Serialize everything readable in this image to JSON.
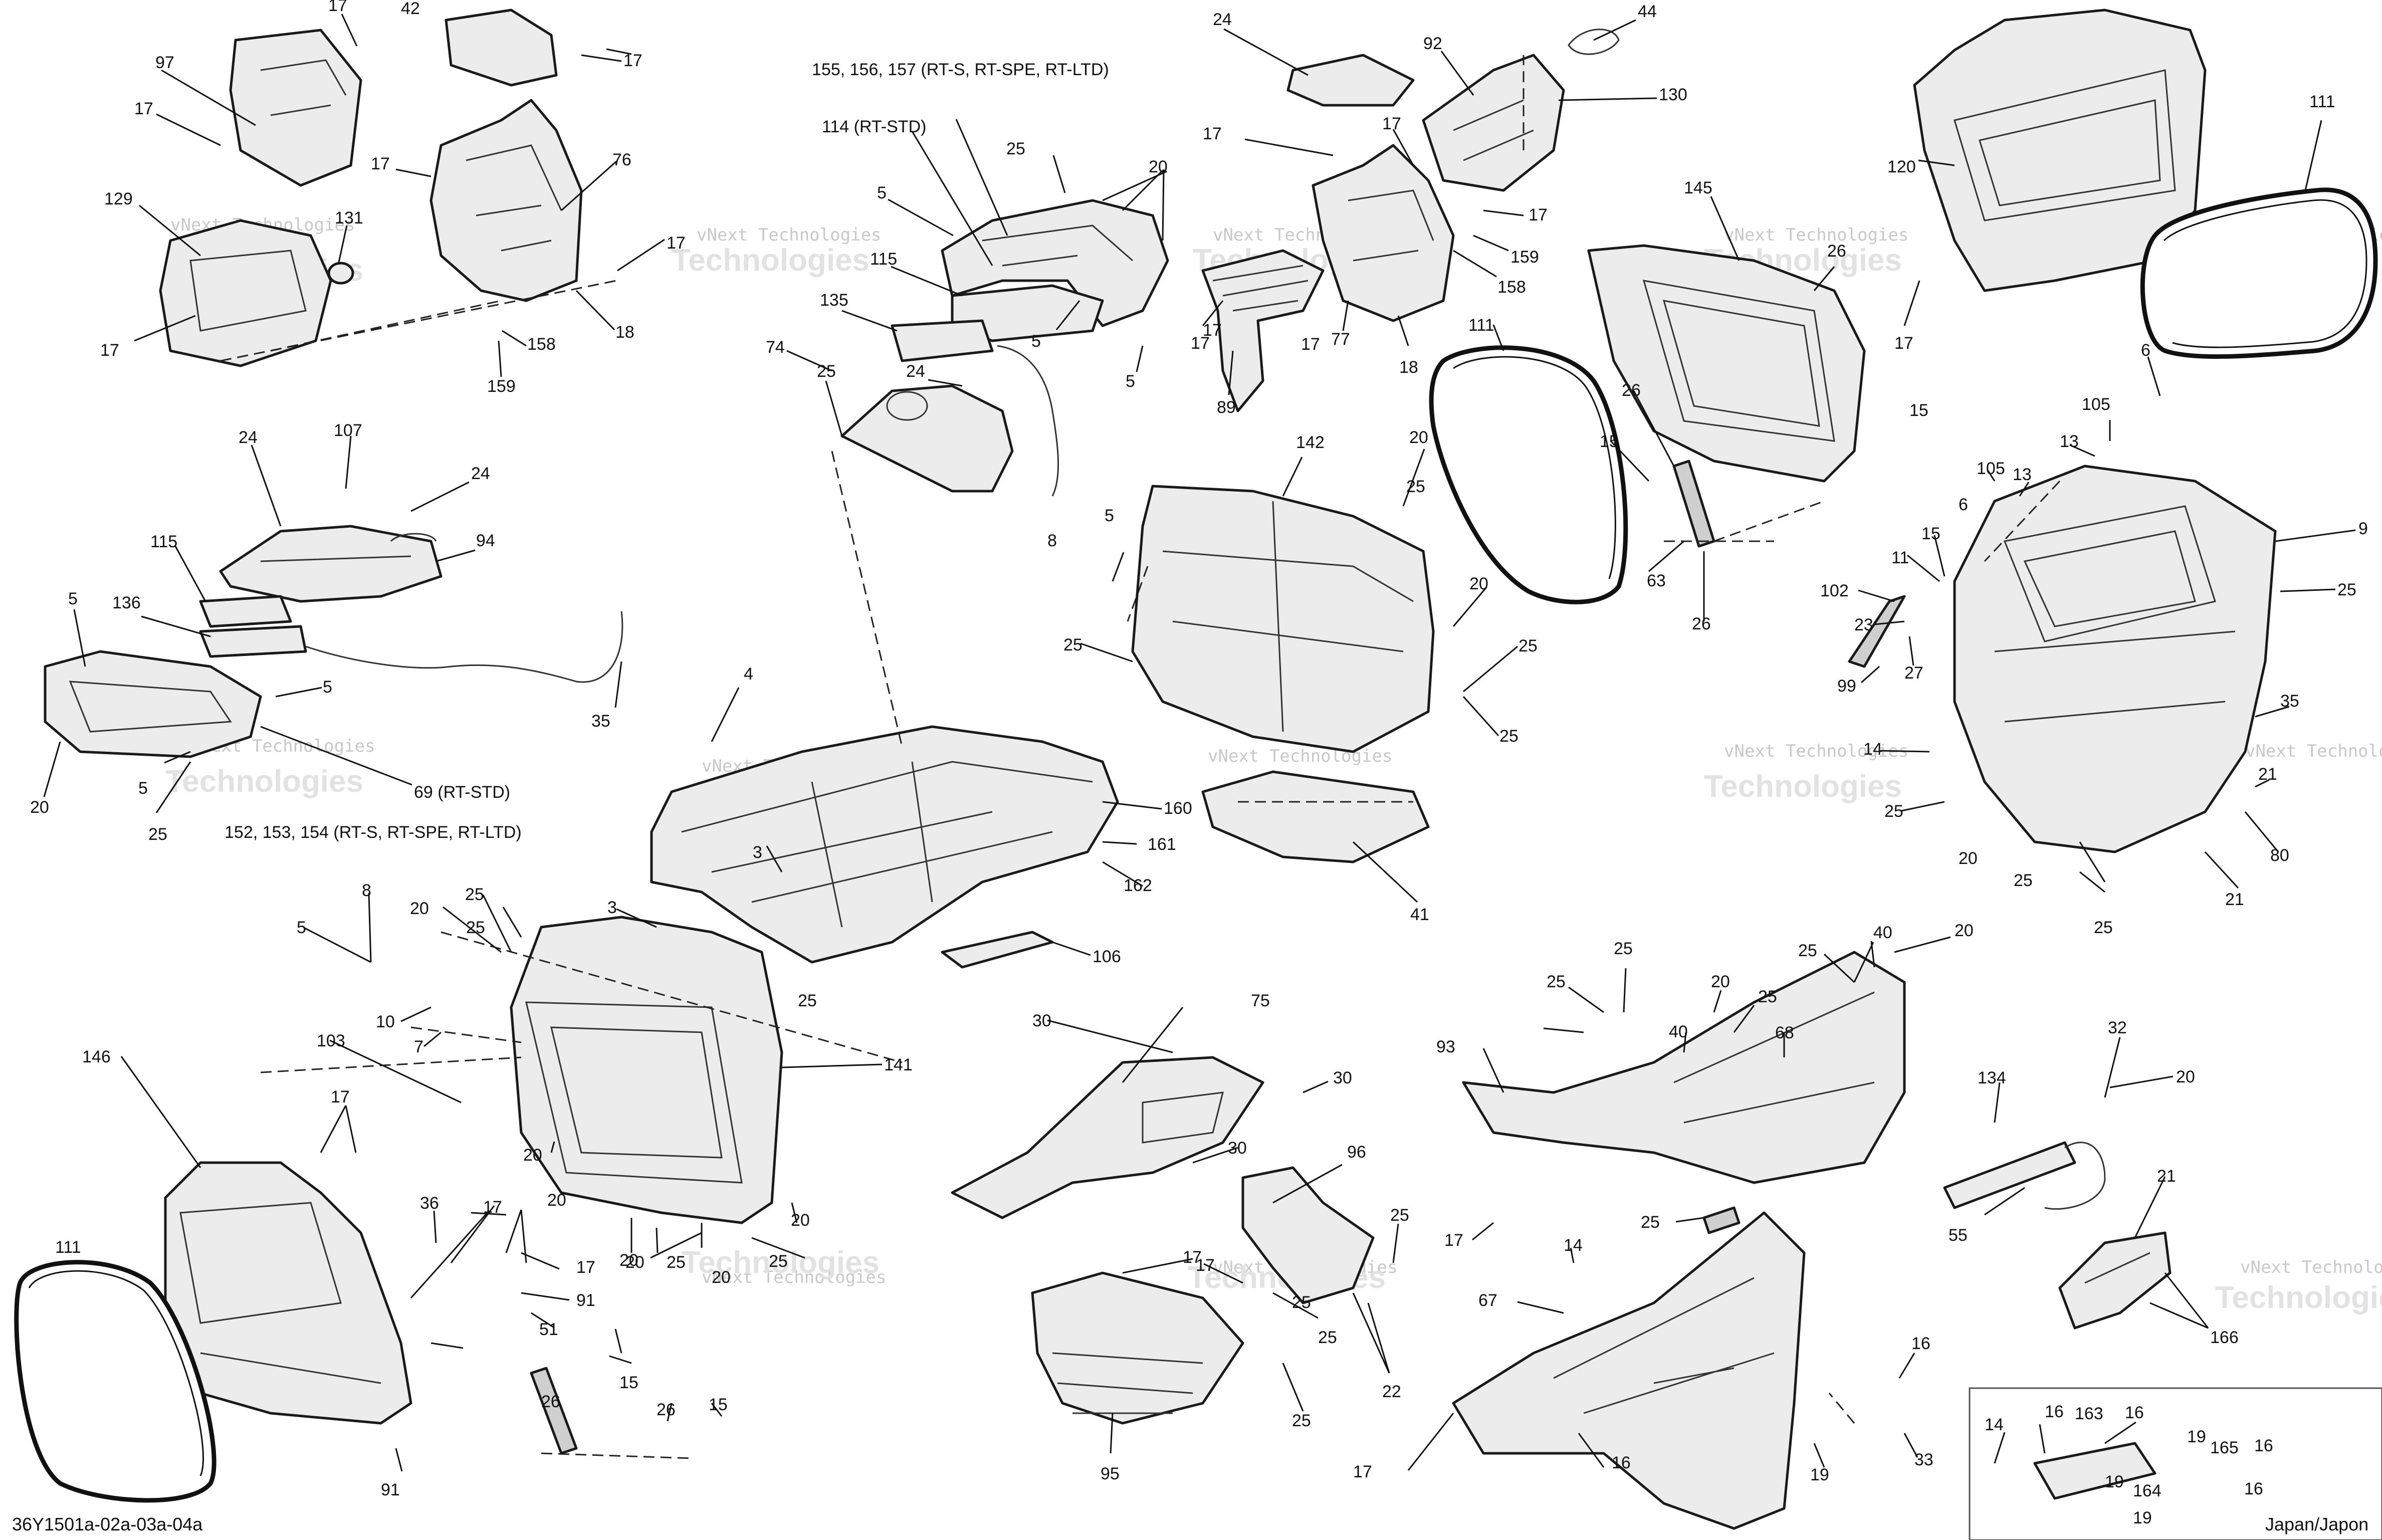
{
  "diagram_id": "36Y1501a-02a-03a-04a",
  "region": "Japan/Japon",
  "watermark": {
    "line1": "vNext Technologies",
    "line2": "Technologies"
  },
  "callouts": [
    {
      "id": "c1",
      "text": "17"
    },
    {
      "id": "c2",
      "text": "42"
    },
    {
      "id": "c3",
      "text": "17"
    },
    {
      "id": "c4",
      "text": "97"
    },
    {
      "id": "c5",
      "text": "17"
    },
    {
      "id": "c6",
      "text": "17"
    },
    {
      "id": "c7",
      "text": "76"
    },
    {
      "id": "c8",
      "text": "129"
    },
    {
      "id": "c9",
      "text": "131"
    },
    {
      "id": "c10",
      "text": "17"
    },
    {
      "id": "c11",
      "text": "18"
    },
    {
      "id": "c12",
      "text": "158"
    },
    {
      "id": "c13",
      "text": "159"
    },
    {
      "id": "c14",
      "text": "17"
    },
    {
      "id": "c15",
      "text": "155, 156, 157 (RT-S, RT-SPE, RT-LTD)"
    },
    {
      "id": "c16",
      "text": "114 (RT-STD)"
    },
    {
      "id": "c17",
      "text": "25"
    },
    {
      "id": "c18",
      "text": "20"
    },
    {
      "id": "c19",
      "text": "5"
    },
    {
      "id": "c20",
      "text": "115"
    },
    {
      "id": "c21",
      "text": "5"
    },
    {
      "id": "c22",
      "text": "135"
    },
    {
      "id": "c23",
      "text": "5"
    },
    {
      "id": "c24",
      "text": "25"
    },
    {
      "id": "c25",
      "text": "74"
    },
    {
      "id": "c26",
      "text": "24"
    },
    {
      "id": "c27",
      "text": "24"
    },
    {
      "id": "c28",
      "text": "44"
    },
    {
      "id": "c29",
      "text": "92"
    },
    {
      "id": "c30",
      "text": "130"
    },
    {
      "id": "c31",
      "text": "17"
    },
    {
      "id": "c32",
      "text": "17"
    },
    {
      "id": "c33",
      "text": "17"
    },
    {
      "id": "c34",
      "text": "17"
    },
    {
      "id": "c35",
      "text": "159"
    },
    {
      "id": "c36",
      "text": "158"
    },
    {
      "id": "c37",
      "text": "17"
    },
    {
      "id": "c38",
      "text": "77"
    },
    {
      "id": "c39",
      "text": "18"
    },
    {
      "id": "c40",
      "text": "17"
    },
    {
      "id": "c41",
      "text": "89"
    },
    {
      "id": "c42",
      "text": "120"
    },
    {
      "id": "c43",
      "text": "111"
    },
    {
      "id": "c44",
      "text": "17"
    },
    {
      "id": "c45",
      "text": "145"
    },
    {
      "id": "c46",
      "text": "26"
    },
    {
      "id": "c47",
      "text": "24"
    },
    {
      "id": "c48",
      "text": "107"
    },
    {
      "id": "c49",
      "text": "24"
    },
    {
      "id": "c50",
      "text": "94"
    },
    {
      "id": "c51",
      "text": "115"
    },
    {
      "id": "c52",
      "text": "5"
    },
    {
      "id": "c53",
      "text": "136"
    },
    {
      "id": "c54",
      "text": "5"
    },
    {
      "id": "c55",
      "text": "35"
    },
    {
      "id": "c56",
      "text": "20"
    },
    {
      "id": "c57",
      "text": "5"
    },
    {
      "id": "c58",
      "text": "69 (RT-STD)"
    },
    {
      "id": "c59",
      "text": "25"
    },
    {
      "id": "c60",
      "text": "152, 153, 154 (RT-S, RT-SPE, RT-LTD)"
    },
    {
      "id": "c61",
      "text": "111"
    },
    {
      "id": "c62",
      "text": "142"
    },
    {
      "id": "c63",
      "text": "20"
    },
    {
      "id": "c64",
      "text": "25"
    },
    {
      "id": "c65",
      "text": "5"
    },
    {
      "id": "c66",
      "text": "8"
    },
    {
      "id": "c67",
      "text": "25"
    },
    {
      "id": "c68",
      "text": "20"
    },
    {
      "id": "c69",
      "text": "25"
    },
    {
      "id": "c70",
      "text": "25"
    },
    {
      "id": "c71",
      "text": "41"
    },
    {
      "id": "c72",
      "text": "26"
    },
    {
      "id": "c73",
      "text": "15"
    },
    {
      "id": "c74",
      "text": "63"
    },
    {
      "id": "c75",
      "text": "26"
    },
    {
      "id": "c76",
      "text": "15"
    },
    {
      "id": "c77",
      "text": "105"
    },
    {
      "id": "c78",
      "text": "6"
    },
    {
      "id": "c79",
      "text": "13"
    },
    {
      "id": "c80",
      "text": "105"
    },
    {
      "id": "c81",
      "text": "13"
    },
    {
      "id": "c82",
      "text": "6"
    },
    {
      "id": "c83",
      "text": "9"
    },
    {
      "id": "c84",
      "text": "15"
    },
    {
      "id": "c85",
      "text": "11"
    },
    {
      "id": "c86",
      "text": "102"
    },
    {
      "id": "c87",
      "text": "23"
    },
    {
      "id": "c88",
      "text": "25"
    },
    {
      "id": "c89",
      "text": "99"
    },
    {
      "id": "c90",
      "text": "27"
    },
    {
      "id": "c91",
      "text": "35"
    },
    {
      "id": "c92",
      "text": "14"
    },
    {
      "id": "c93",
      "text": "21"
    },
    {
      "id": "c94",
      "text": "25"
    },
    {
      "id": "c95",
      "text": "80"
    },
    {
      "id": "c96",
      "text": "25"
    },
    {
      "id": "c97",
      "text": "25"
    },
    {
      "id": "c98",
      "text": "21"
    },
    {
      "id": "c99",
      "text": "4"
    },
    {
      "id": "c100",
      "text": "160"
    },
    {
      "id": "c101",
      "text": "161"
    },
    {
      "id": "c102",
      "text": "162"
    },
    {
      "id": "c103",
      "text": "3"
    },
    {
      "id": "c104",
      "text": "3"
    },
    {
      "id": "c105",
      "text": "106"
    },
    {
      "id": "c106",
      "text": "25"
    },
    {
      "id": "c107",
      "text": "8"
    },
    {
      "id": "c108",
      "text": "5"
    },
    {
      "id": "c109",
      "text": "20"
    },
    {
      "id": "c110",
      "text": "25"
    },
    {
      "id": "c111",
      "text": "25"
    },
    {
      "id": "c112",
      "text": "10"
    },
    {
      "id": "c113",
      "text": "7"
    },
    {
      "id": "c114",
      "text": "103"
    },
    {
      "id": "c115",
      "text": "141"
    },
    {
      "id": "c116",
      "text": "146"
    },
    {
      "id": "c117",
      "text": "17"
    },
    {
      "id": "c118",
      "text": "20"
    },
    {
      "id": "c119",
      "text": "36"
    },
    {
      "id": "c120",
      "text": "17"
    },
    {
      "id": "c121",
      "text": "20"
    },
    {
      "id": "c122",
      "text": "17"
    },
    {
      "id": "c123",
      "text": "91"
    },
    {
      "id": "c124",
      "text": "51"
    },
    {
      "id": "c125",
      "text": "20"
    },
    {
      "id": "c126",
      "text": "20"
    },
    {
      "id": "c127",
      "text": "25"
    },
    {
      "id": "c128",
      "text": "20"
    },
    {
      "id": "c129",
      "text": "25"
    },
    {
      "id": "c130",
      "text": "20"
    },
    {
      "id": "c131",
      "text": "111"
    },
    {
      "id": "c132",
      "text": "26"
    },
    {
      "id": "c133",
      "text": "15"
    },
    {
      "id": "c134",
      "text": "26"
    },
    {
      "id": "c135",
      "text": "15"
    },
    {
      "id": "c136",
      "text": "91"
    },
    {
      "id": "c137",
      "text": "30"
    },
    {
      "id": "c138",
      "text": "75"
    },
    {
      "id": "c139",
      "text": "30"
    },
    {
      "id": "c140",
      "text": "30"
    },
    {
      "id": "c141",
      "text": "96"
    },
    {
      "id": "c142",
      "text": "17"
    },
    {
      "id": "c143",
      "text": "17"
    },
    {
      "id": "c144",
      "text": "25"
    },
    {
      "id": "c145",
      "text": "25"
    },
    {
      "id": "c146",
      "text": "22"
    },
    {
      "id": "c147",
      "text": "25"
    },
    {
      "id": "c148",
      "text": "95"
    },
    {
      "id": "c149",
      "text": "25"
    },
    {
      "id": "c150",
      "text": "20"
    },
    {
      "id": "c151",
      "text": "40"
    },
    {
      "id": "c152",
      "text": "25"
    },
    {
      "id": "c153",
      "text": "20"
    },
    {
      "id": "c154",
      "text": "25"
    },
    {
      "id": "c155",
      "text": "20"
    },
    {
      "id": "c156",
      "text": "25"
    },
    {
      "id": "c157",
      "text": "40"
    },
    {
      "id": "c158",
      "text": "25"
    },
    {
      "id": "c159",
      "text": "68"
    },
    {
      "id": "c160",
      "text": "93"
    },
    {
      "id": "c161",
      "text": "25"
    },
    {
      "id": "c162",
      "text": "17"
    },
    {
      "id": "c163",
      "text": "14"
    },
    {
      "id": "c164",
      "text": "67"
    },
    {
      "id": "c165",
      "text": "17"
    },
    {
      "id": "c166",
      "text": "16"
    },
    {
      "id": "c167",
      "text": "16"
    },
    {
      "id": "c168",
      "text": "19"
    },
    {
      "id": "c169",
      "text": "33"
    },
    {
      "id": "c170",
      "text": "32"
    },
    {
      "id": "c171",
      "text": "20"
    },
    {
      "id": "c172",
      "text": "134"
    },
    {
      "id": "c173",
      "text": "55"
    },
    {
      "id": "c174",
      "text": "21"
    },
    {
      "id": "c175",
      "text": "166"
    },
    {
      "id": "c176",
      "text": "14"
    },
    {
      "id": "c177",
      "text": "16"
    },
    {
      "id": "c178",
      "text": "163"
    },
    {
      "id": "c179",
      "text": "16"
    },
    {
      "id": "c180",
      "text": "19"
    },
    {
      "id": "c181",
      "text": "165"
    },
    {
      "id": "c182",
      "text": "16"
    },
    {
      "id": "c183",
      "text": "19"
    },
    {
      "id": "c184",
      "text": "164"
    },
    {
      "id": "c185",
      "text": "16"
    },
    {
      "id": "c186",
      "text": "19"
    }
  ]
}
